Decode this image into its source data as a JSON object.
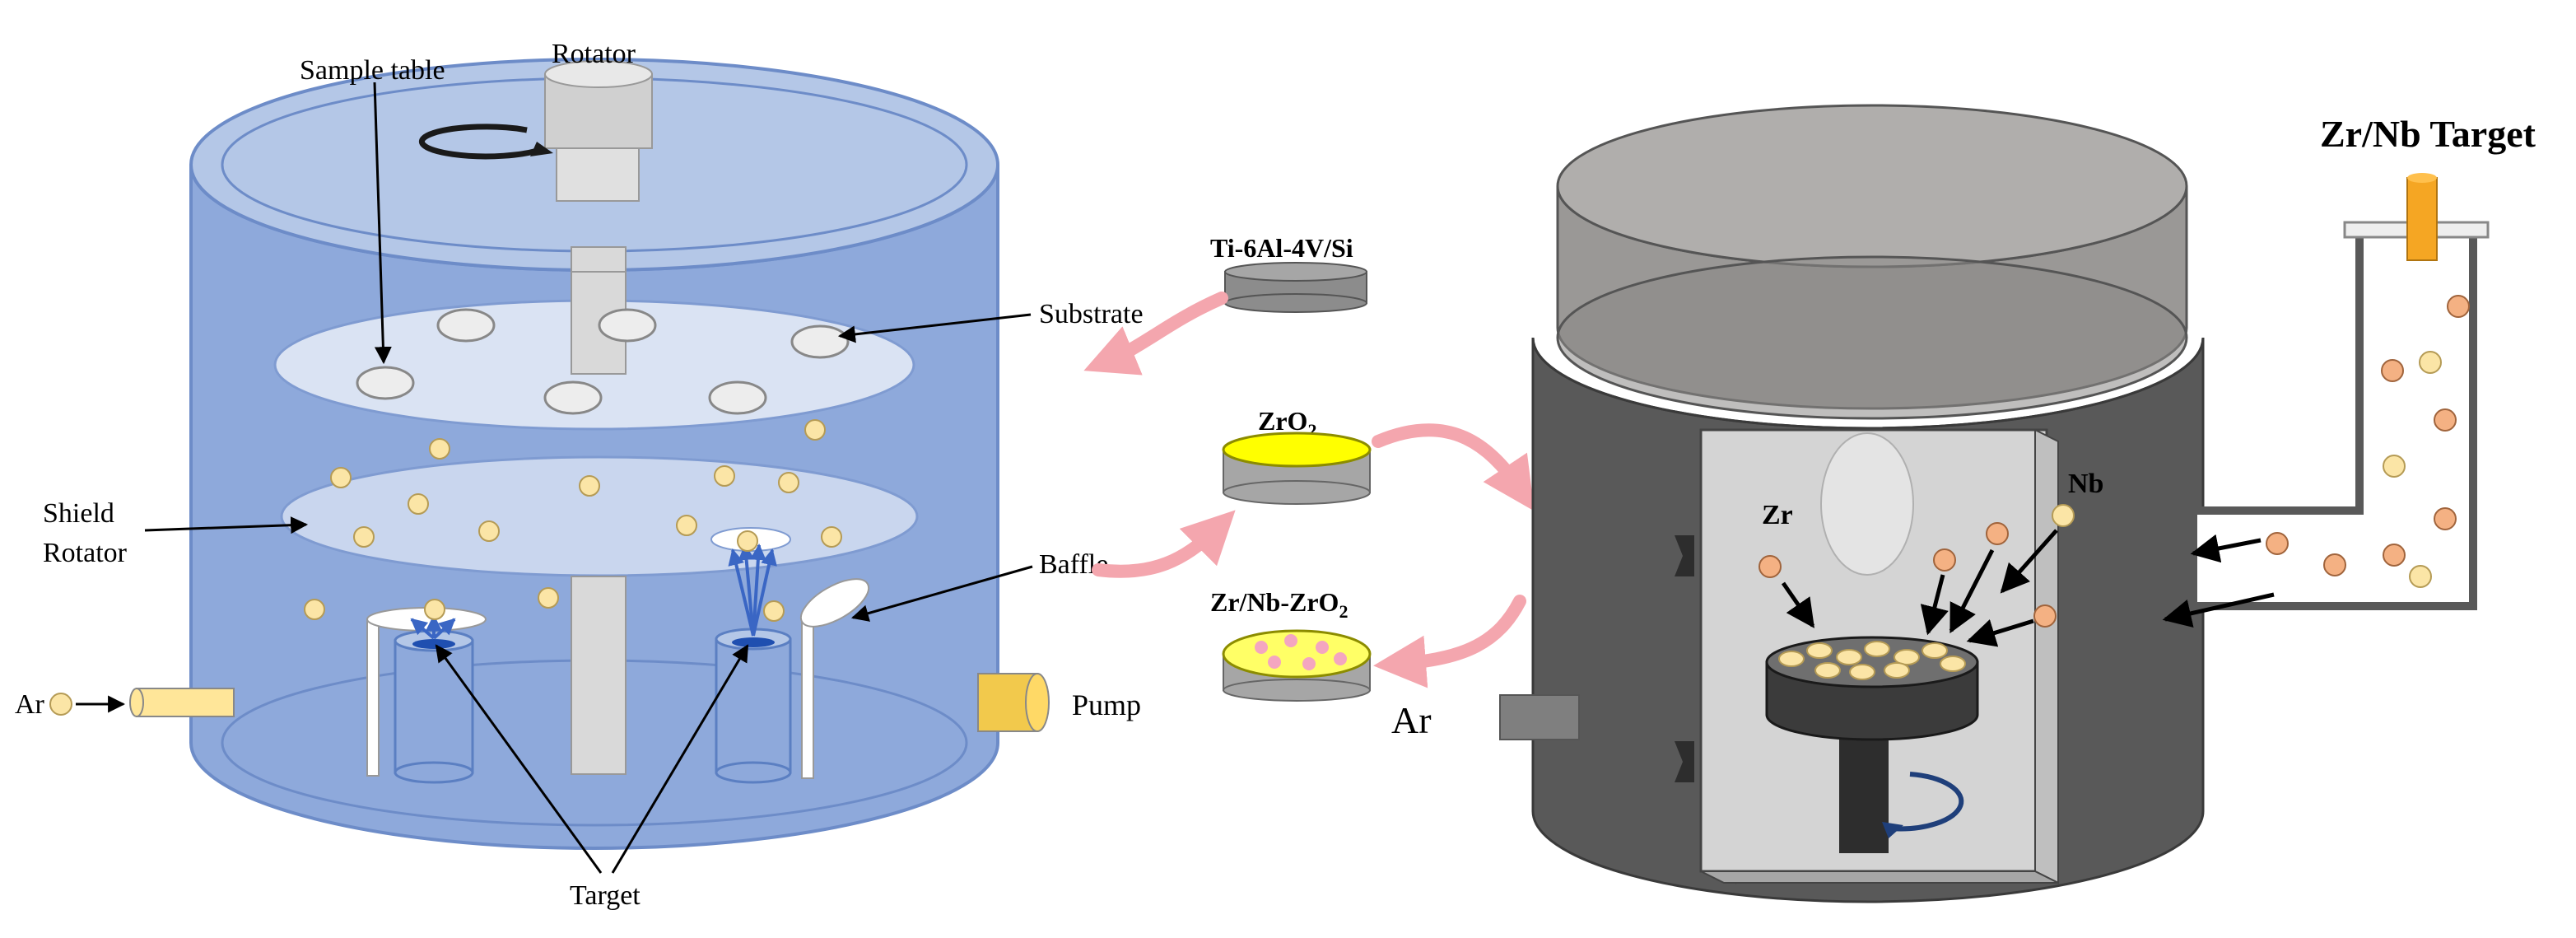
{
  "left_chamber": {
    "labels": {
      "rotator": "Rotator",
      "sample_table": "Sample table",
      "substrate": "Substrate",
      "shield": "Shield",
      "shield_rotator": "Rotator",
      "baffle": "Baffle",
      "ar": "Ar",
      "pump": "Pump",
      "target": "Target"
    }
  },
  "middle": {
    "substrate_material": "Ti-6Al-4V/Si",
    "zro2": {
      "main": "ZrO",
      "sub": "2"
    },
    "coating": {
      "main": "Zr/Nb-ZrO",
      "sub": "2"
    },
    "ar": "Ar"
  },
  "right_chamber": {
    "target_title": "Zr/Nb Target",
    "zr": "Zr",
    "nb": "Nb"
  },
  "colors": {
    "chamber_blue": "#8ea9db",
    "dark_gray": "#595959",
    "particle": "#fbe5a6",
    "nb_particle": "#f4b183",
    "pink_arrow": "#f4a6ae",
    "yellow_target": "#f2c94c"
  }
}
